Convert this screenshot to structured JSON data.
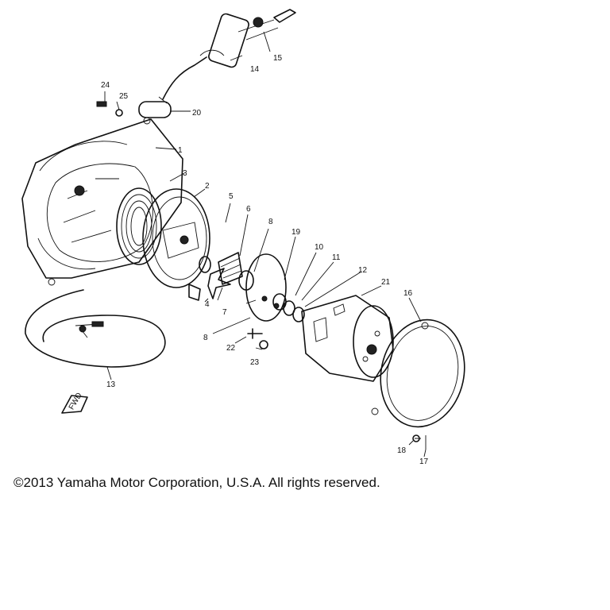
{
  "callouts": {
    "c1": "1",
    "c2": "2",
    "c3": "3",
    "c4": "4",
    "c5": "5",
    "c6": "6",
    "c7": "7",
    "c8a": "8",
    "c8b": "8",
    "c10": "10",
    "c11": "11",
    "c12": "12",
    "c13": "13",
    "c14": "14",
    "c15": "15",
    "c16": "16",
    "c17": "17",
    "c18": "18",
    "c19": "19",
    "c20": "20",
    "c21": "21",
    "c22": "22",
    "c23": "23",
    "c24": "24",
    "c25": "25"
  },
  "fwd_marker": "FWD",
  "copyright": "©2013 Yamaha Motor Corporation, U.S.A. All rights reserved."
}
